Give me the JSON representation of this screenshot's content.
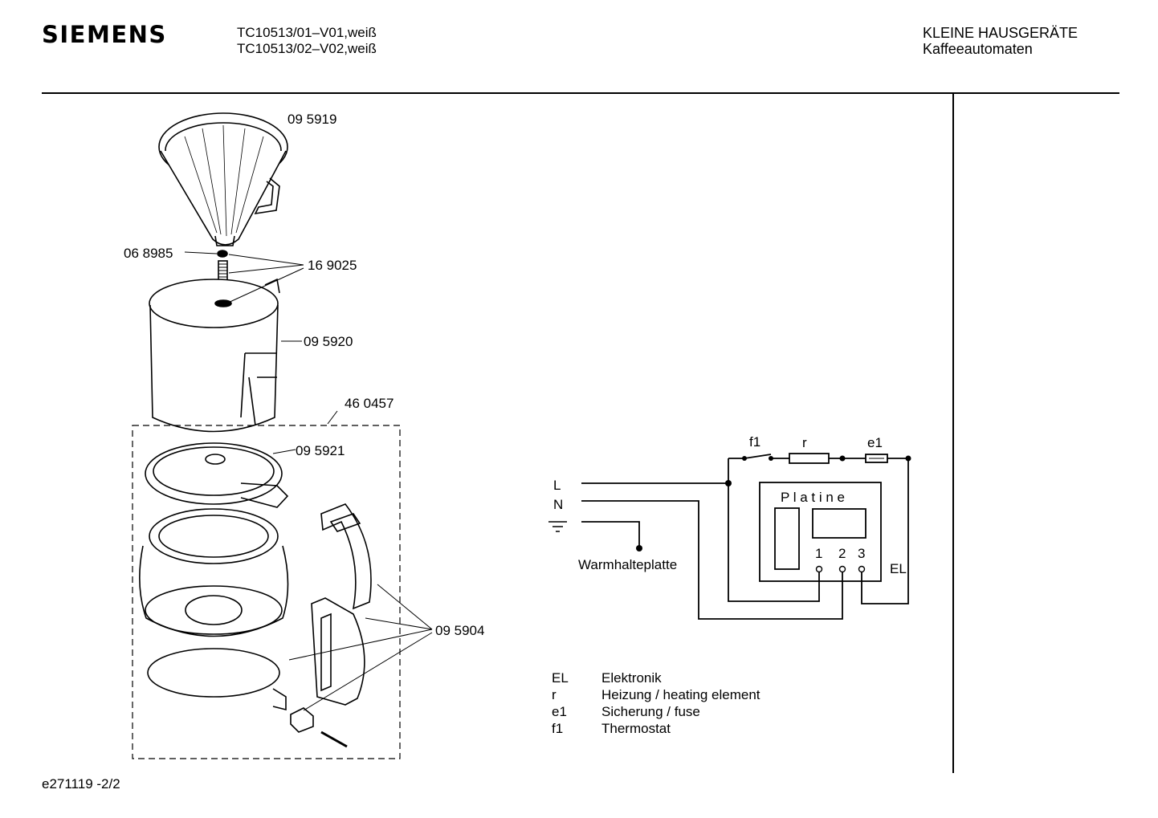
{
  "header": {
    "brand": "SIEMENS",
    "models": [
      "TC10513/01–V01,weiß",
      "TC10513/02–V02,weiß"
    ],
    "category": "KLEINE HAUSGERÄTE",
    "subcategory": "Kaffeeautomaten"
  },
  "parts": {
    "filter": "09 5919",
    "seal": "06 8985",
    "valve": "16 9025",
    "lid": "09 5920",
    "jug_set": "46 0457",
    "jug_lid": "09 5921",
    "handle": "09 5904"
  },
  "circuit": {
    "line": "L",
    "neutral": "N",
    "warming_plate": "Warmhalteplatte",
    "thermostat": "f1",
    "heater": "r",
    "fuse": "e1",
    "board": "P l a t i n e",
    "terminals": [
      "1",
      "2",
      "3"
    ],
    "electronics": "EL"
  },
  "legend": [
    {
      "key": "EL",
      "desc": "Elektronik"
    },
    {
      "key": "r",
      "desc": "Heizung / heating element"
    },
    {
      "key": "e1",
      "desc": "Sicherung / fuse"
    },
    {
      "key": "f1",
      "desc": "Thermostat"
    }
  ],
  "footer": "e271119 -2/2"
}
